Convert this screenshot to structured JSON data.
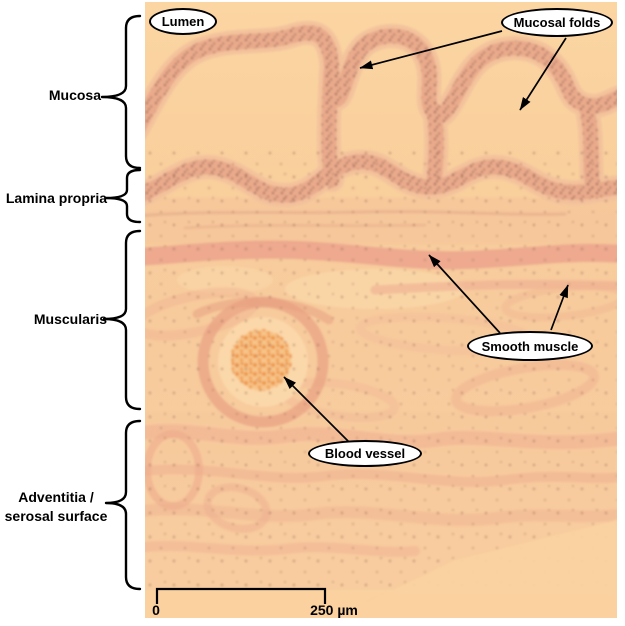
{
  "layers": {
    "mucosa": {
      "label": "Mucosa"
    },
    "lamina_propria": {
      "label": "Lamina propria"
    },
    "muscularis": {
      "label": "Muscularis"
    },
    "adventitia": {
      "label_line1": "Adventitia /",
      "label_line2": "serosal surface"
    }
  },
  "callouts": {
    "lumen": {
      "label": "Lumen"
    },
    "mucosal_folds": {
      "label": "Mucosal folds"
    },
    "smooth_muscle": {
      "label": "Smooth muscle"
    },
    "blood_vessel": {
      "label": "Blood vessel"
    }
  },
  "scale_bar": {
    "start": "0",
    "end": "250 µm"
  },
  "colors": {
    "annotation_ink": "#000000",
    "callout_fill": "#ffffff",
    "lumen_peach": "#fad29e",
    "epithelium_salmon": "#e9aa8b",
    "smooth_muscle_pink": "#eca58d",
    "red_blood_cells": "#ee9448",
    "nuclei_stipple": "#8e5a50"
  }
}
